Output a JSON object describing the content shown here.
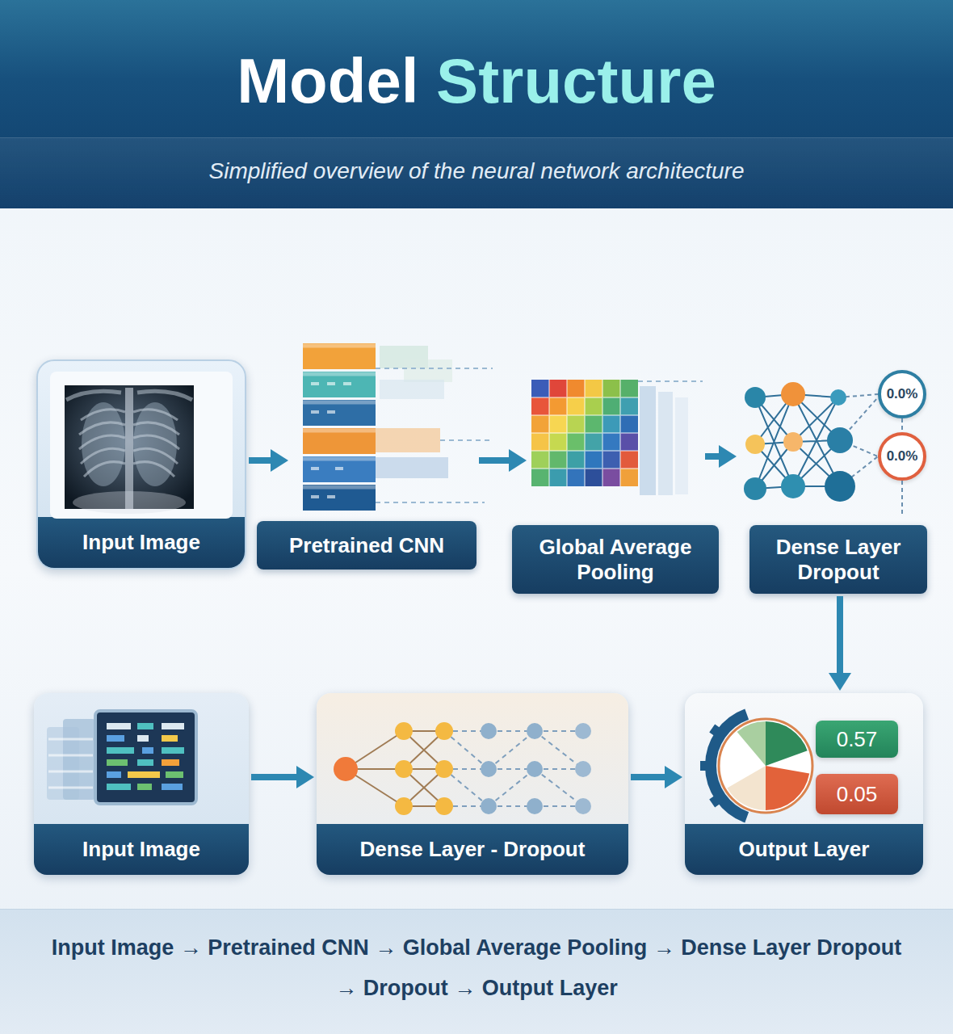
{
  "diagram": {
    "title": "Model Structure",
    "caption": "Input Image → Pretrained CNN → Global Average Pooling → Dense Layer Dropout → Dropout → Output Layer",
    "nodes": [
      {
        "text": [
          "Input Image"
        ]
      },
      {
        "text": [
          "Pretrained CNN"
        ]
      },
      {
        "text": [
          "Global Average Pooling"
        ]
      },
      {
        "text": [
          "Dense Layer Dropout"
        ]
      },
      {
        "text": [
          "0.0%"
        ]
      },
      {
        "text": [
          "0.0%"
        ]
      },
      {
        "text": [
          "Input Image"
        ]
      },
      {
        "text": [
          "Dense Layer - Dropout"
        ]
      },
      {
        "text": [
          "Output Layer"
        ]
      },
      {
        "text": [
          "0.57"
        ],
        "in": 8
      },
      {
        "text": [
          "0.05"
        ],
        "in": 8
      }
    ],
    "edges": [
      {
        "from": 0,
        "to": 1,
        "arrow": "to"
      },
      {
        "from": 1,
        "to": 2,
        "arrow": "to"
      },
      {
        "from": 2,
        "to": 3,
        "arrow": "to"
      },
      {
        "from": 3,
        "to": 8,
        "arrow": "to"
      },
      {
        "from": 6,
        "to": 7,
        "arrow": "to"
      },
      {
        "from": 7,
        "to": 8,
        "arrow": "to"
      }
    ],
    "labels": [
      "Simplified overview of the neural network architecture"
    ]
  }
}
